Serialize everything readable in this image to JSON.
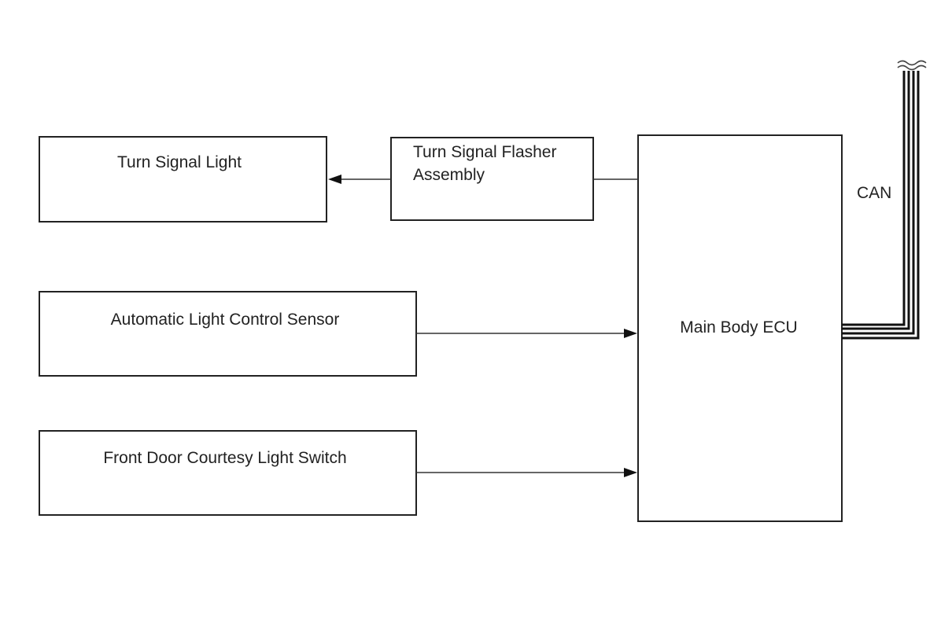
{
  "diagram": {
    "blocks": {
      "turn_signal_light": "Turn Signal Light",
      "flasher_line1": "Turn Signal Flasher",
      "flasher_line2": "Assembly",
      "auto_light_sensor": "Automatic Light Control Sensor",
      "door_switch": "Front Door Courtesy Light Switch",
      "main_ecu": "Main Body ECU"
    },
    "bus_label": "CAN",
    "connections": [
      {
        "from": "Turn Signal Flasher Assembly",
        "to": "Turn Signal Light",
        "directed": true
      },
      {
        "from": "Main Body ECU",
        "to": "Turn Signal Flasher Assembly",
        "directed": false
      },
      {
        "from": "Automatic Light Control Sensor",
        "to": "Main Body ECU",
        "directed": true
      },
      {
        "from": "Front Door Courtesy Light Switch",
        "to": "Main Body ECU",
        "directed": true
      },
      {
        "from": "Main Body ECU",
        "to": "CAN",
        "directed": false
      }
    ]
  }
}
